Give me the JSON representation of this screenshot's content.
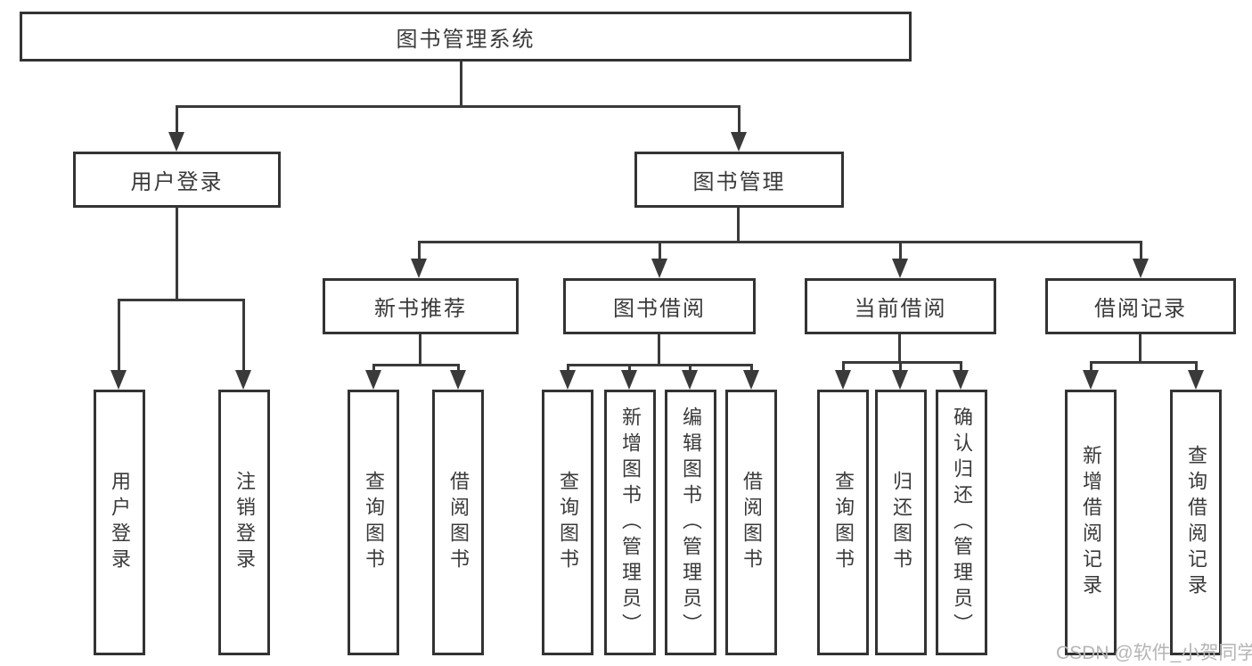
{
  "nodes": {
    "root": "图书管理系统",
    "user_login_module": "用户登录",
    "book_management": "图书管理",
    "user_login": "用户登录",
    "logout": "注销登录",
    "new_book_recommend": "新书推荐",
    "book_borrowing": "图书借阅",
    "current_borrowing": "当前借阅",
    "borrowing_records": "借阅记录",
    "nbr_query_books": "查询图书",
    "nbr_borrow_books": "借阅图书",
    "bb_query_books": "查询图书",
    "bb_add_books": "新增图书（管理员）",
    "bb_edit_books": "编辑图书（管理员）",
    "bb_borrow_books": "借阅图书",
    "cb_query_books": "查询图书",
    "cb_return_books": "归还图书",
    "cb_confirm_return": "确认归还（管理员）",
    "br_add_record": "新增借阅记录",
    "br_query_record": "查询借阅记录"
  },
  "watermark": "CSDN @软件_小贺同学",
  "colors": {
    "line": "#3a3a3a",
    "box_border": "#333333",
    "text": "#3a3a3a",
    "watermark": "#b5b5b5",
    "background": "#ffffff"
  }
}
